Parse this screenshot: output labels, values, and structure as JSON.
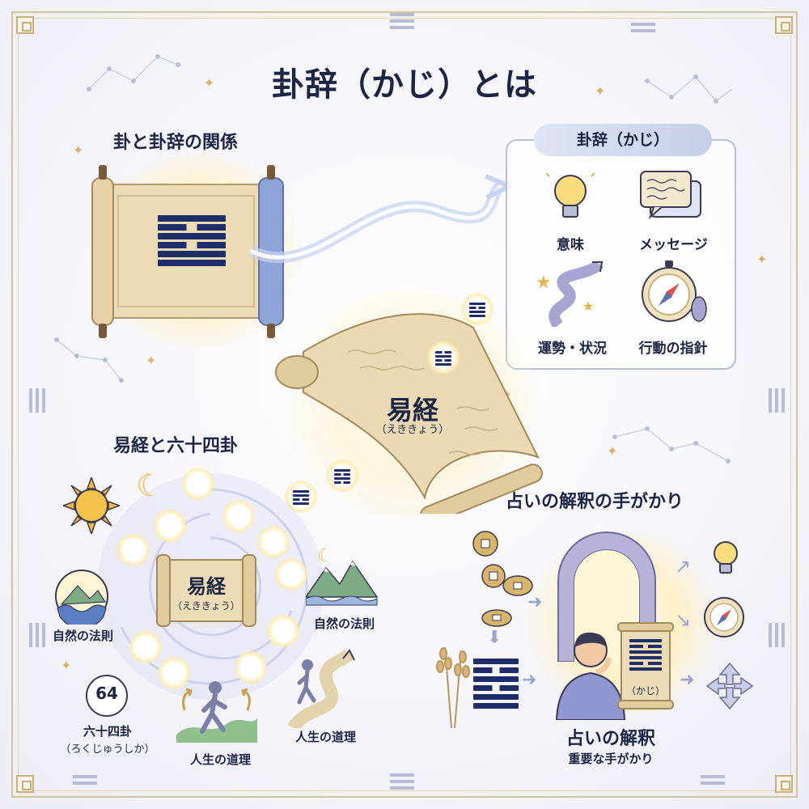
{
  "title": "卦辞（かじ）とは",
  "sections": {
    "relation": "卦と卦辞の関係",
    "iching64": "易経と六十四卦",
    "clues": "占いの解釈の手がかり"
  },
  "kaji_panel": {
    "header": "卦辞（かじ）",
    "items": [
      {
        "label": "意味",
        "icon": "lightbulb-icon"
      },
      {
        "label": "メッセージ",
        "icon": "speech-bubble-icon"
      },
      {
        "label": "運勢・状況",
        "icon": "winding-path-stars-icon"
      },
      {
        "label": "行動の指針",
        "icon": "compass-footprint-icon"
      }
    ]
  },
  "center_scroll": {
    "title": "易経",
    "reading": "（えききょう）"
  },
  "cosmos": {
    "scroll_title": "易経",
    "scroll_reading": "（えききょう）",
    "nature_left": "自然の法則",
    "nature_right": "自然の法則",
    "number": "64",
    "number_label": "六十四卦",
    "number_reading": "（ろくじゅうしか）",
    "life_left": "人生の道理",
    "life_right": "人生の道理"
  },
  "interpretation": {
    "scroll_tag": "（かじ）",
    "result_title": "占いの解釈",
    "result_sub": "重要な手がかり"
  },
  "colors": {
    "navy": "#1f2d6b",
    "gold": "#d8b25c",
    "parchment": "#ecdcb6",
    "lavender": "#b8bfd8"
  }
}
